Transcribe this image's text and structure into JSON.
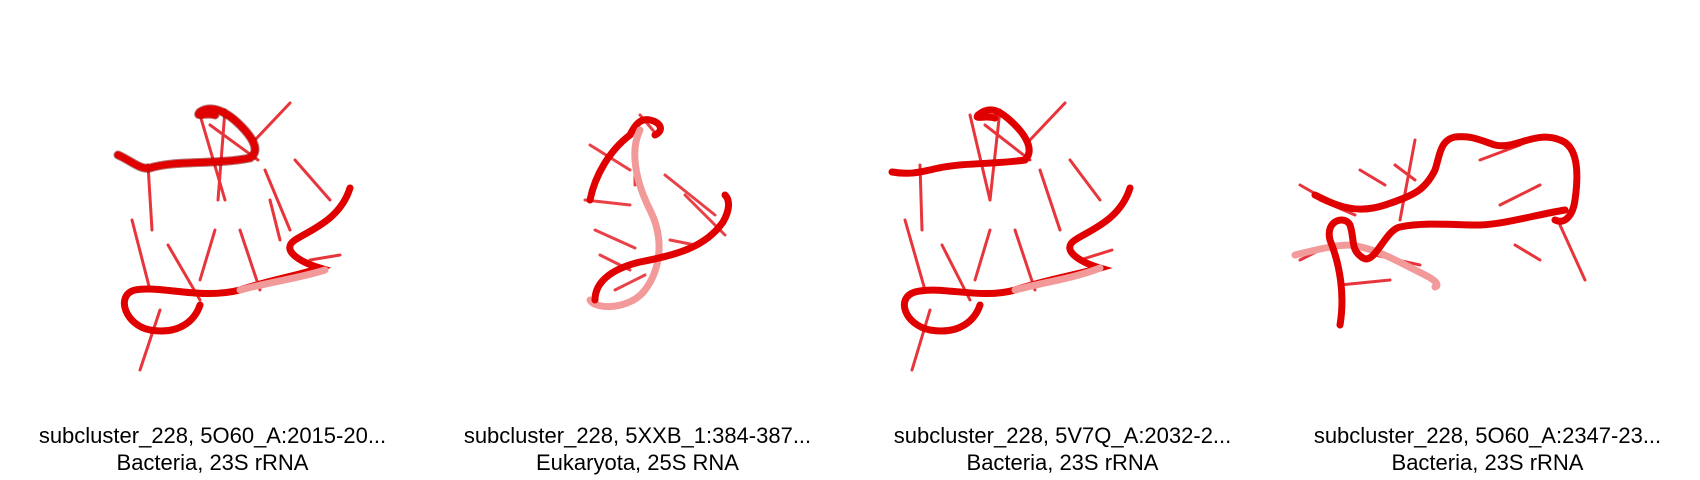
{
  "structures": [
    {
      "title": "subcluster_228, 5O60_A:2015-20...",
      "subtitle": "Bacteria, 23S rRNA"
    },
    {
      "title": "subcluster_228, 5XXB_1:384-387...",
      "subtitle": "Eukaryota, 25S RNA"
    },
    {
      "title": "subcluster_228, 5V7Q_A:2032-2...",
      "subtitle": "Bacteria, 23S rRNA"
    },
    {
      "title": "subcluster_228, 5O60_A:2347-23...",
      "subtitle": "Bacteria, 23S rRNA"
    }
  ],
  "colors": {
    "backbone": "#e00000",
    "backbone_shadow": "#7a0000",
    "backbone_faded": "#f29a9a",
    "base": "#e4121a"
  }
}
